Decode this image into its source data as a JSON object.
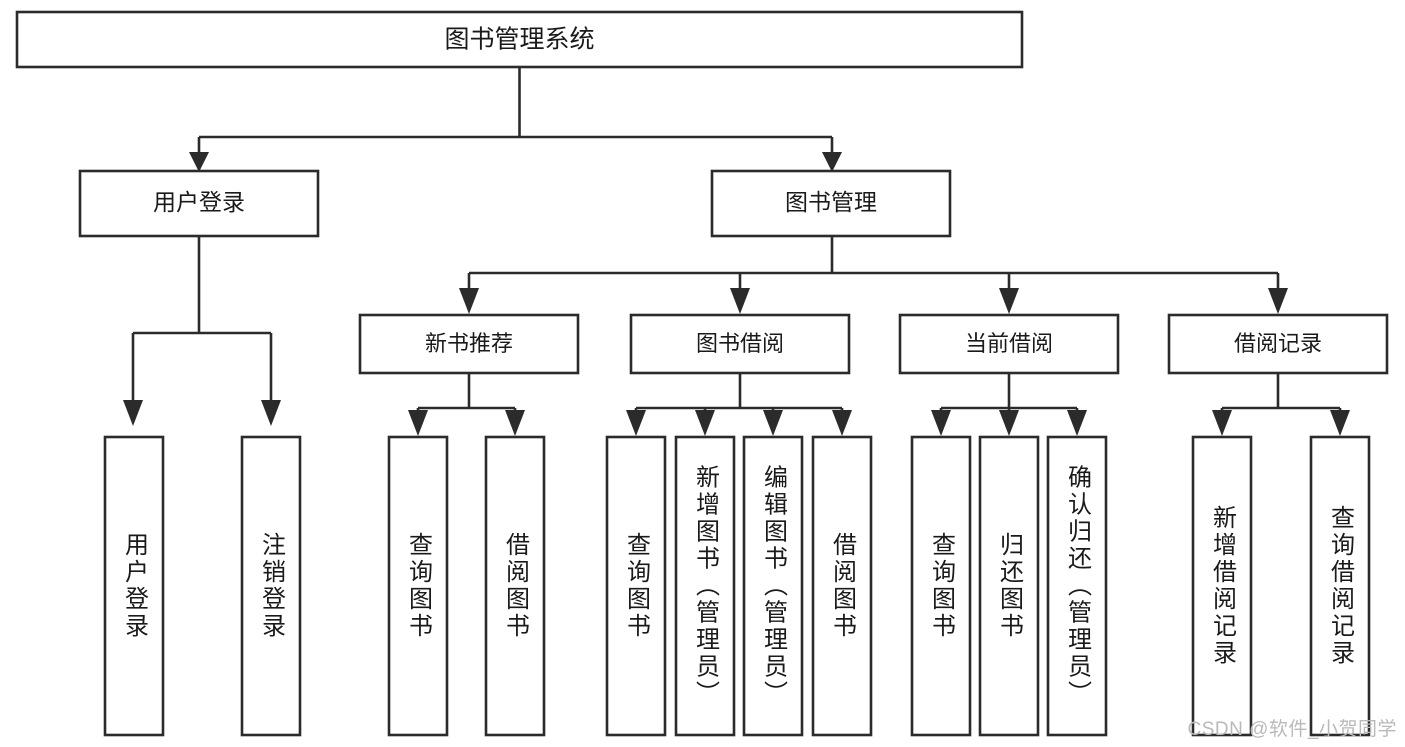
{
  "diagram": {
    "kind": "tree-hierarchy-chart",
    "title_node": {
      "id": "root",
      "label": "图书管理系统"
    },
    "level1": [
      {
        "id": "user-login",
        "label": "用户登录"
      },
      {
        "id": "book-manage",
        "label": "图书管理"
      }
    ],
    "level2": [
      {
        "id": "new-book-rec",
        "label": "新书推荐",
        "parent": "book-manage"
      },
      {
        "id": "book-borrow",
        "label": "图书借阅",
        "parent": "book-manage"
      },
      {
        "id": "current-borrow",
        "label": "当前借阅",
        "parent": "book-manage"
      },
      {
        "id": "borrow-record",
        "label": "借阅记录",
        "parent": "book-manage"
      }
    ],
    "leaves": {
      "user_login": [
        {
          "id": "leaf-user-login",
          "label": "用户登录"
        },
        {
          "id": "leaf-user-logout",
          "label": "注销登录"
        }
      ],
      "new_book_rec": [
        {
          "id": "leaf-query-book-1",
          "label": "查询图书"
        },
        {
          "id": "leaf-borrow-book-1",
          "label": "借阅图书"
        }
      ],
      "book_borrow": [
        {
          "id": "leaf-query-book-2",
          "label": "查询图书"
        },
        {
          "id": "leaf-add-book",
          "label": "新增图书（管理员）"
        },
        {
          "id": "leaf-edit-book",
          "label": "编辑图书（管理员）"
        },
        {
          "id": "leaf-borrow-book-2",
          "label": "借阅图书"
        }
      ],
      "current_borrow": [
        {
          "id": "leaf-query-book-3",
          "label": "查询图书"
        },
        {
          "id": "leaf-return-book",
          "label": "归还图书"
        },
        {
          "id": "leaf-confirm-return",
          "label": "确认归还（管理员）"
        }
      ],
      "borrow_record": [
        {
          "id": "leaf-add-record",
          "label": "新增借阅记录"
        },
        {
          "id": "leaf-query-record",
          "label": "查询借阅记录"
        }
      ]
    }
  },
  "watermark": {
    "text": "CSDN @软件_小贺同学"
  },
  "colors": {
    "box_stroke": "#2b2b2b",
    "box_fill": "#ffffff",
    "text": "#1a1a1a",
    "background": "#ffffff",
    "watermark": "#b9b9b9"
  }
}
